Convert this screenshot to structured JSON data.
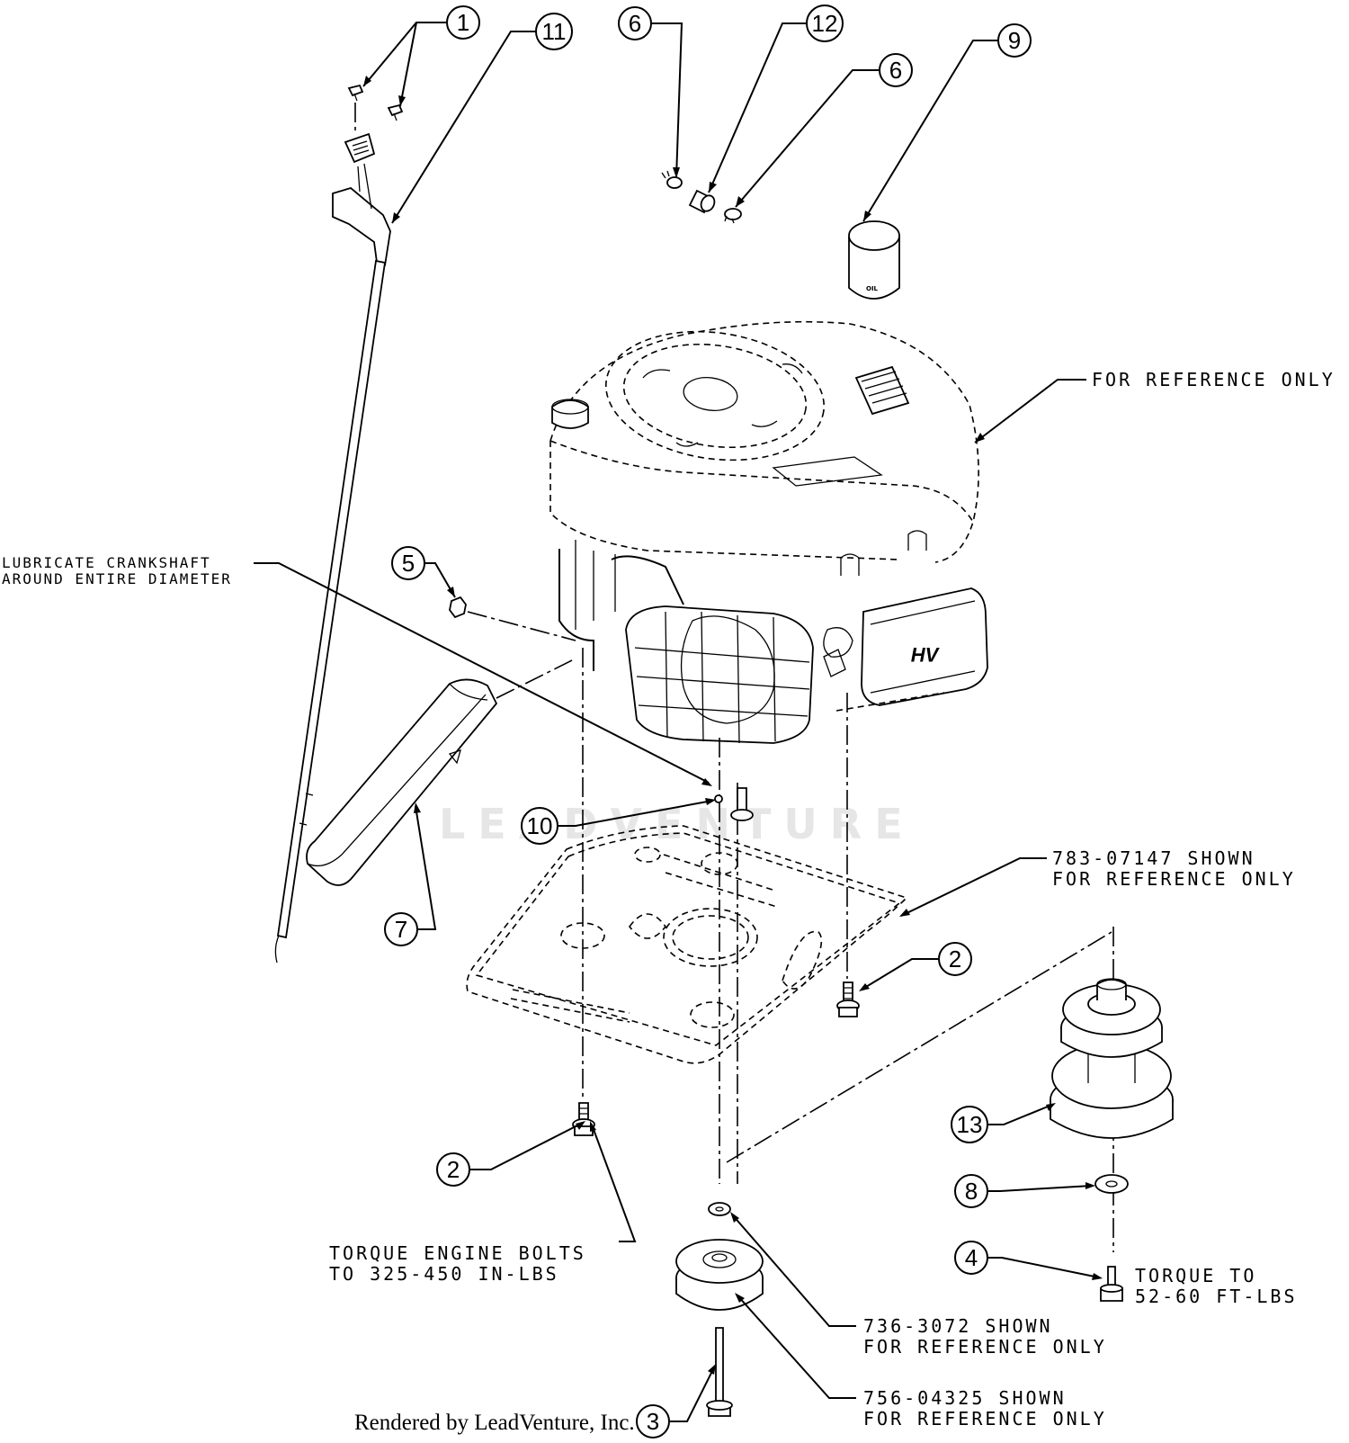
{
  "callouts": {
    "c1": "1",
    "c11": "11",
    "c6a": "6",
    "c12": "12",
    "c6b": "6",
    "c9": "9",
    "c5": "5",
    "c10": "10",
    "c7": "7",
    "c2a": "2",
    "c2b": "2",
    "c13": "13",
    "c8": "8",
    "c4": "4",
    "c3": "3"
  },
  "notes": {
    "engine_ref": "FOR REFERENCE ONLY",
    "lubricate_line1": "LUBRICATE CRANKSHAFT",
    "lubricate_line2": "AROUND ENTIRE DIAMETER",
    "plate_line1": "783-07147 SHOWN",
    "plate_line2": "FOR REFERENCE ONLY",
    "torque_bolts_line1": "TORQUE ENGINE BOLTS",
    "torque_bolts_line2": "TO 325-450 IN-LBS",
    "torque_to_line1": "TORQUE TO",
    "torque_to_line2": "52-60 FT-LBS",
    "washer_line1": "736-3072 SHOWN",
    "washer_line2": "FOR REFERENCE ONLY",
    "pulley_line1": "756-04325 SHOWN",
    "pulley_line2": "FOR REFERENCE ONLY"
  },
  "labels": {
    "oil_bottle": "OIL",
    "engine_badge": "HV",
    "watermark": "LEADVENTURE",
    "credit": "Rendered by LeadVenture, Inc."
  }
}
